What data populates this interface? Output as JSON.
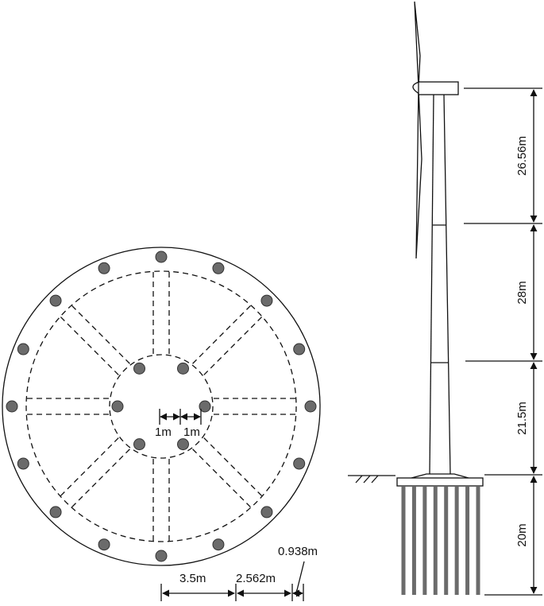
{
  "diagram": {
    "colors": {
      "stroke": "#111111",
      "pile": "#6b6b6b",
      "pile_outline": "#333333",
      "background": "#ffffff"
    },
    "plan_view": {
      "pile_spacing_label": "1m",
      "pile_spacing_label_2": "1m",
      "radius_inner_label": "3.5m",
      "radius_middle_label": "2.562m",
      "radius_outer_label": "0.938m",
      "outer_pile_count": 16,
      "inner_pile_count": 6
    },
    "elevation_view": {
      "tower_upper_label": "26.56m",
      "tower_middle_label": "28m",
      "tower_lower_label": "21.5m",
      "pile_length_label": "20m",
      "pile_count": 8
    }
  }
}
